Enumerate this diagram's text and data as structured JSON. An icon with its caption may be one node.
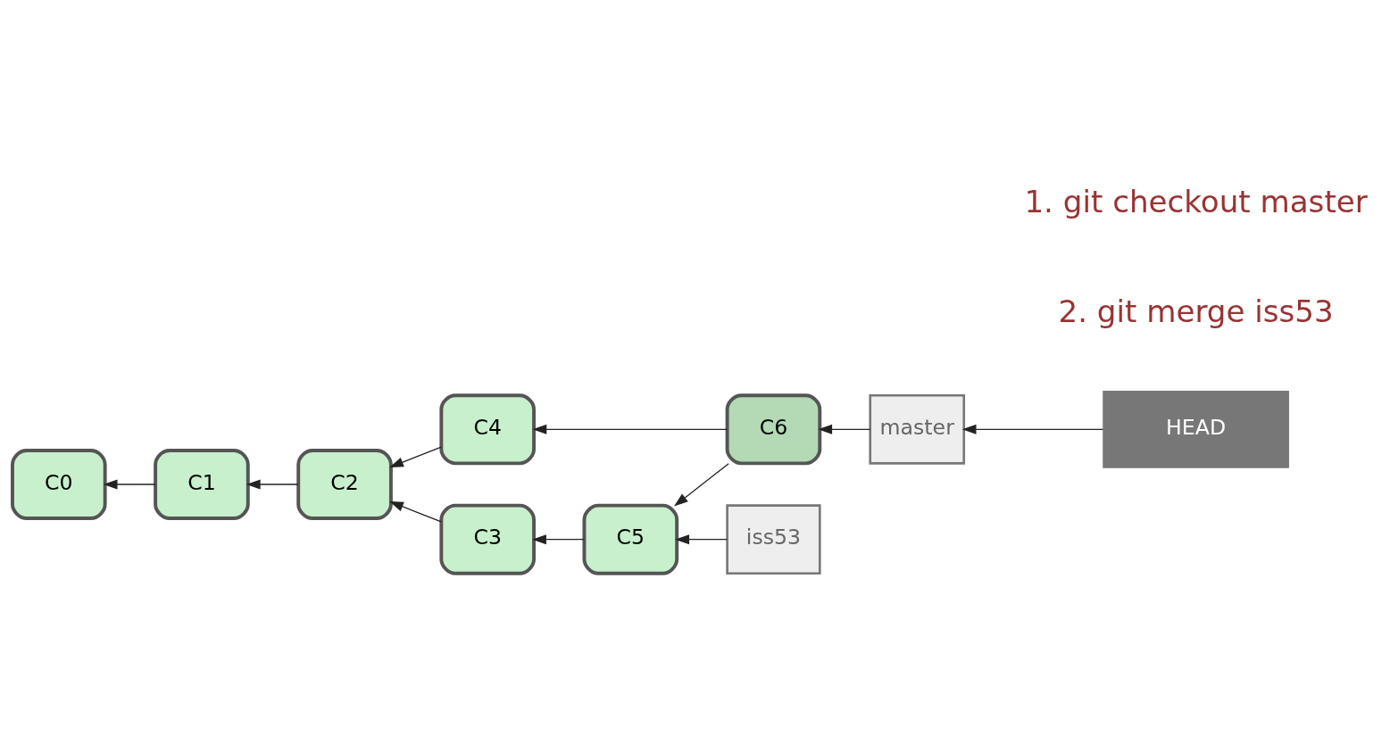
{
  "diagram": {
    "nodes": [
      {
        "text": [
          "HEAD"
        ]
      },
      {
        "text": [
          "master"
        ]
      },
      {
        "text": [
          "C0"
        ]
      },
      {
        "text": [
          "C1"
        ]
      },
      {
        "text": [
          "C2"
        ]
      },
      {
        "text": [
          "C4"
        ]
      },
      {
        "text": [
          "C6"
        ]
      },
      {
        "text": [
          "C3"
        ]
      },
      {
        "text": [
          "C5"
        ]
      },
      {
        "text": [
          "iss53"
        ]
      }
    ],
    "edges": [
      {
        "from": 0,
        "to": 1,
        "arrow": "to"
      },
      {
        "from": 1,
        "to": 6,
        "arrow": "to"
      },
      {
        "from": 3,
        "to": 2,
        "arrow": "to"
      },
      {
        "from": 4,
        "to": 3,
        "arrow": "to"
      },
      {
        "from": 5,
        "to": 4,
        "arrow": "to"
      },
      {
        "from": 6,
        "to": 5,
        "arrow": "to"
      },
      {
        "from": 6,
        "to": 8,
        "arrow": "to"
      },
      {
        "from": 7,
        "to": 4,
        "arrow": "to"
      },
      {
        "from": 8,
        "to": 7,
        "arrow": "to"
      },
      {
        "from": 9,
        "to": 8,
        "arrow": "to"
      }
    ],
    "labels": [
      "1. git checkout master",
      "2. git merge iss53"
    ]
  }
}
